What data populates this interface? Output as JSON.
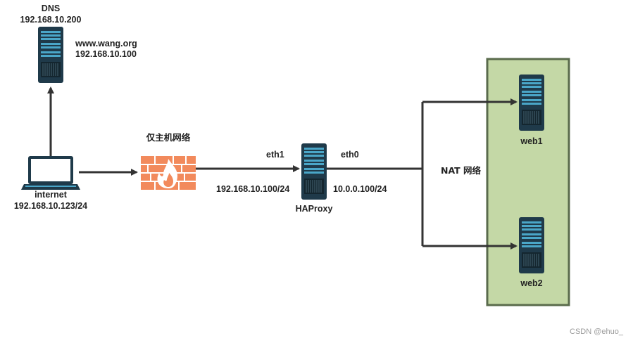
{
  "nodes": {
    "dns": {
      "title": "DNS",
      "ip": "192.168.10.200",
      "domain": "www.wang.org",
      "domain_ip": "192.168.10.100"
    },
    "client": {
      "name": "internet",
      "ip": "192.168.10.123/24"
    },
    "firewall": {
      "label": "仅主机网络"
    },
    "haproxy": {
      "name": "HAProxy",
      "eth1": "eth1",
      "eth1_ip": "192.168.10.100/24",
      "eth0": "eth0",
      "eth0_ip": "10.0.0.100/24"
    },
    "nat": {
      "label": "NAT 网络"
    },
    "web1": {
      "name": "web1"
    },
    "web2": {
      "name": "web2"
    }
  },
  "colors": {
    "server_body": "#1f3a4a",
    "server_stripe": "#4aa6c8",
    "firewall": "#f28a5c",
    "nat_zone_fill": "#c4d8a6",
    "nat_zone_border": "#5a6b4c",
    "connector": "#333333"
  },
  "watermark": "CSDN @ehuo_"
}
